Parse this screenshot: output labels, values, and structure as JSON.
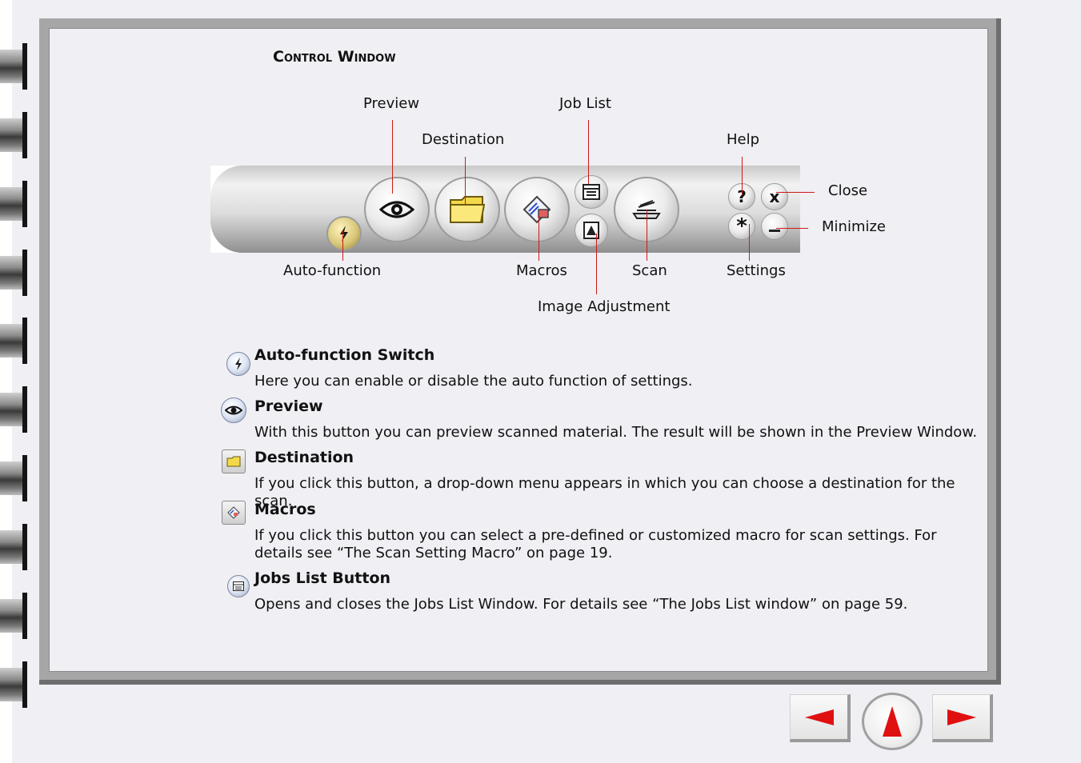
{
  "page": {
    "title": "Control Window"
  },
  "toolbar_callouts": {
    "preview": "Preview",
    "job_list": "Job List",
    "destination": "Destination",
    "help": "Help",
    "close": "Close",
    "minimize": "Minimize",
    "auto_function": "Auto-function",
    "macros": "Macros",
    "scan": "Scan",
    "settings": "Settings",
    "image_adjustment": "Image Adjustment"
  },
  "items": [
    {
      "title": "Auto-function Switch",
      "text": "Here you can enable or disable the auto function of settings.",
      "icon": "lightning-icon"
    },
    {
      "title": "Preview",
      "text": "With this button you can preview scanned material. The result will be shown in the Preview Window.",
      "icon": "eye-icon"
    },
    {
      "title": "Destination",
      "text": "If you click this button, a drop-down menu appears in which you can choose a destination for the scan.",
      "icon": "folder-icon"
    },
    {
      "title": "Macros",
      "text": "If you click this button you can select a pre-defined or customized macro for scan settings. For details see “The Scan Setting Macro” on page 19.",
      "icon": "macro-icon"
    },
    {
      "title": "Jobs List Button",
      "text": "Opens and closes the Jobs List Window. For details see “The Jobs List window” on page 59.",
      "icon": "job-list-icon"
    }
  ],
  "colors": {
    "callout_line": "#d01818",
    "nav_arrow": "#e01010",
    "page_bg": "#efeff4"
  },
  "navigation": {
    "previous": "previous-page-arrow-icon",
    "up": "up-arrow-icon",
    "next": "next-page-arrow-icon"
  }
}
